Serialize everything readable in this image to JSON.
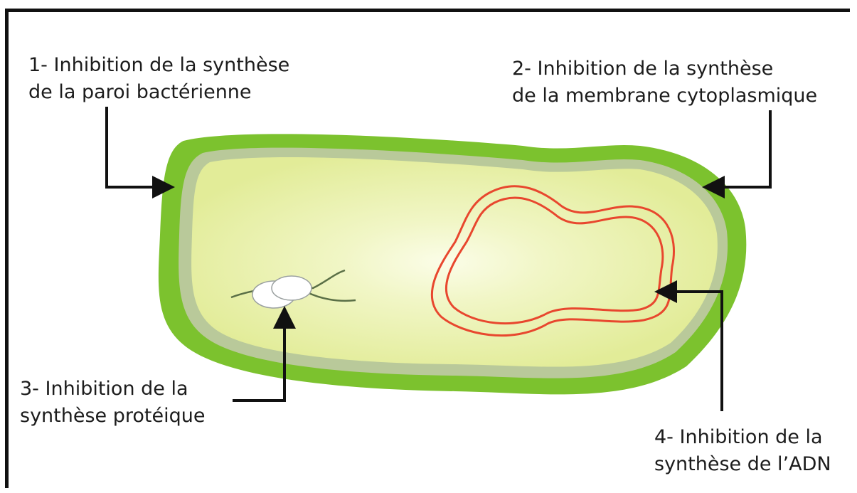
{
  "labels": {
    "cell_wall": {
      "line1": "1- Inhibition de la synthèse",
      "line2": "de la paroi bactérienne"
    },
    "membrane": {
      "line1": "2- Inhibition de la synthèse",
      "line2": "de la membrane cytoplasmique"
    },
    "protein": {
      "line1": "3- Inhibition de la",
      "line2": "synthèse protéique"
    },
    "dna": {
      "line1": "4- Inhibition de la",
      "line2": "synthèse de l’ADN"
    }
  },
  "colors": {
    "cell_wall": "#7cc22e",
    "membrane": "#b9c99a",
    "cytoplasm": "#e4ee9a",
    "cytoplasm_highlight": "#fbfde8",
    "dna": "#e8472e",
    "ribosome": "#ffffff",
    "arrow": "#111111"
  }
}
